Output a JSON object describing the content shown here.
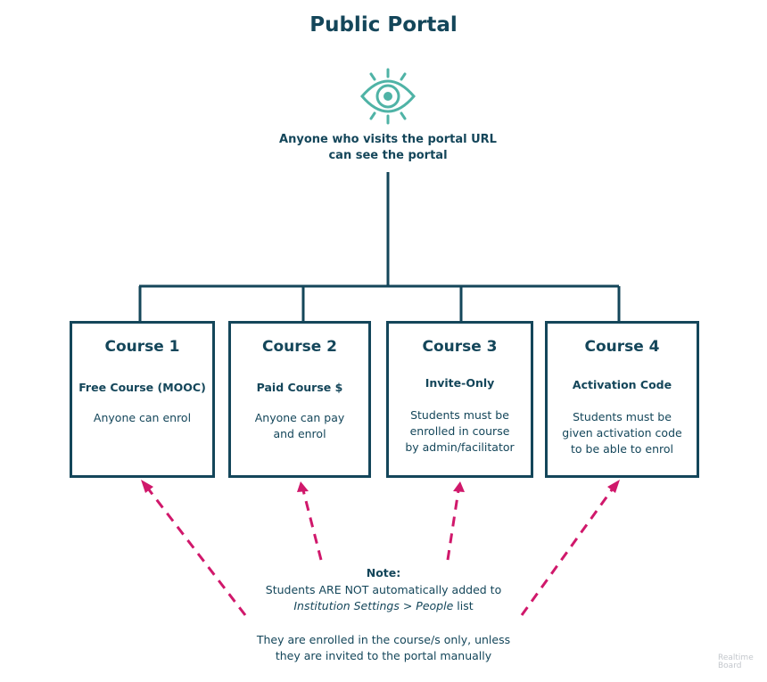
{
  "title": "Public Portal",
  "visibility": {
    "icon": "eye-icon",
    "line1": "Anyone who visits the portal URL",
    "line2": "can see the portal"
  },
  "courses": [
    {
      "title": "Course 1",
      "type": "Free Course (MOOC)",
      "desc": [
        "Anyone can enrol"
      ]
    },
    {
      "title": "Course 2",
      "type": "Paid Course $",
      "desc": [
        "Anyone can pay",
        "and enrol"
      ]
    },
    {
      "title": "Course 3",
      "type": "Invite-Only",
      "desc": [
        "Students must be",
        "enrolled in course",
        "by admin/facilitator"
      ]
    },
    {
      "title": "Course 4",
      "type": "Activation Code",
      "desc": [
        "Students must be",
        "given activation code",
        "to be able to enrol"
      ]
    }
  ],
  "note": {
    "heading": "Note:",
    "line1": "Students ARE NOT automatically added to",
    "line2_italic": "Institution Settings >  People",
    "line2_rest": " list",
    "line3": "They are enrolled in the course/s only, unless",
    "line4": "they are invited to the portal manually"
  },
  "watermark": {
    "line1": "Realtime",
    "line2": "Board"
  },
  "colors": {
    "primary": "#14465a",
    "icon": "#4fb3a6",
    "arrow": "#d0186b"
  }
}
